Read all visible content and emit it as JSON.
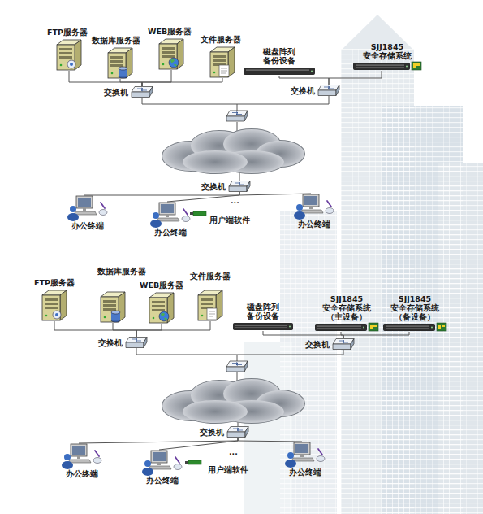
{
  "diagram": {
    "nodes": [
      {
        "text": [
          "FTP服务器"
        ]
      },
      {
        "text": [
          "数据库服务器"
        ]
      },
      {
        "text": [
          "WEB服务器"
        ]
      },
      {
        "text": [
          "文件服务器"
        ]
      },
      {
        "text": [
          "磁盘阵列 备份设备"
        ]
      },
      {
        "text": [
          "SJJ1845 安全存储系统"
        ]
      },
      {
        "text": [
          "交换机"
        ]
      },
      {
        "text": [
          "交换机"
        ]
      },
      {
        "text": [
          "交换机"
        ]
      },
      {
        "text": [
          "办公终端"
        ]
      },
      {
        "text": [
          "办公终端"
        ]
      },
      {
        "text": [
          "办公终端"
        ]
      },
      {
        "text": [
          "FTP服务器"
        ]
      },
      {
        "text": [
          "数据库服务器"
        ]
      },
      {
        "text": [
          "WEB服务器"
        ]
      },
      {
        "text": [
          "文件服务器"
        ]
      },
      {
        "text": [
          "磁盘阵列 备份设备"
        ]
      },
      {
        "text": [
          "SJJ1845 安全存储系统 （主设备）"
        ]
      },
      {
        "text": [
          "SJJ1845 安全存储系统 （备设备）"
        ]
      },
      {
        "text": [
          "交换机"
        ]
      },
      {
        "text": [
          "交换机"
        ]
      },
      {
        "text": [
          "交换机"
        ]
      },
      {
        "text": [
          "办公终端"
        ]
      },
      {
        "text": [
          "办公终端"
        ]
      },
      {
        "text": [
          "办公终端"
        ]
      }
    ],
    "edges": [
      {
        "from": 0,
        "to": 6,
        "arrow": "none"
      },
      {
        "from": 1,
        "to": 6,
        "arrow": "none"
      },
      {
        "from": 2,
        "to": 6,
        "arrow": "none"
      },
      {
        "from": 3,
        "to": 6,
        "arrow": "none"
      },
      {
        "from": 4,
        "to": 7,
        "arrow": "none"
      },
      {
        "from": 5,
        "to": 7,
        "arrow": "none"
      },
      {
        "from": 8,
        "to": 9,
        "arrow": "none"
      },
      {
        "from": 8,
        "to": 10,
        "arrow": "none"
      },
      {
        "from": 8,
        "to": 11,
        "arrow": "none"
      },
      {
        "from": 12,
        "to": 19,
        "arrow": "none"
      },
      {
        "from": 13,
        "to": 19,
        "arrow": "none"
      },
      {
        "from": 14,
        "to": 19,
        "arrow": "none"
      },
      {
        "from": 15,
        "to": 19,
        "arrow": "none"
      },
      {
        "from": 16,
        "to": 20,
        "arrow": "none"
      },
      {
        "from": 17,
        "to": 20,
        "arrow": "none"
      },
      {
        "from": 18,
        "to": 20,
        "arrow": "none"
      },
      {
        "from": 21,
        "to": 22,
        "arrow": "none"
      },
      {
        "from": 21,
        "to": 23,
        "arrow": "none"
      },
      {
        "from": 21,
        "to": 24,
        "arrow": "none"
      }
    ],
    "labels": [
      "...",
      "用户端软件",
      "...",
      "用户端软件"
    ]
  }
}
